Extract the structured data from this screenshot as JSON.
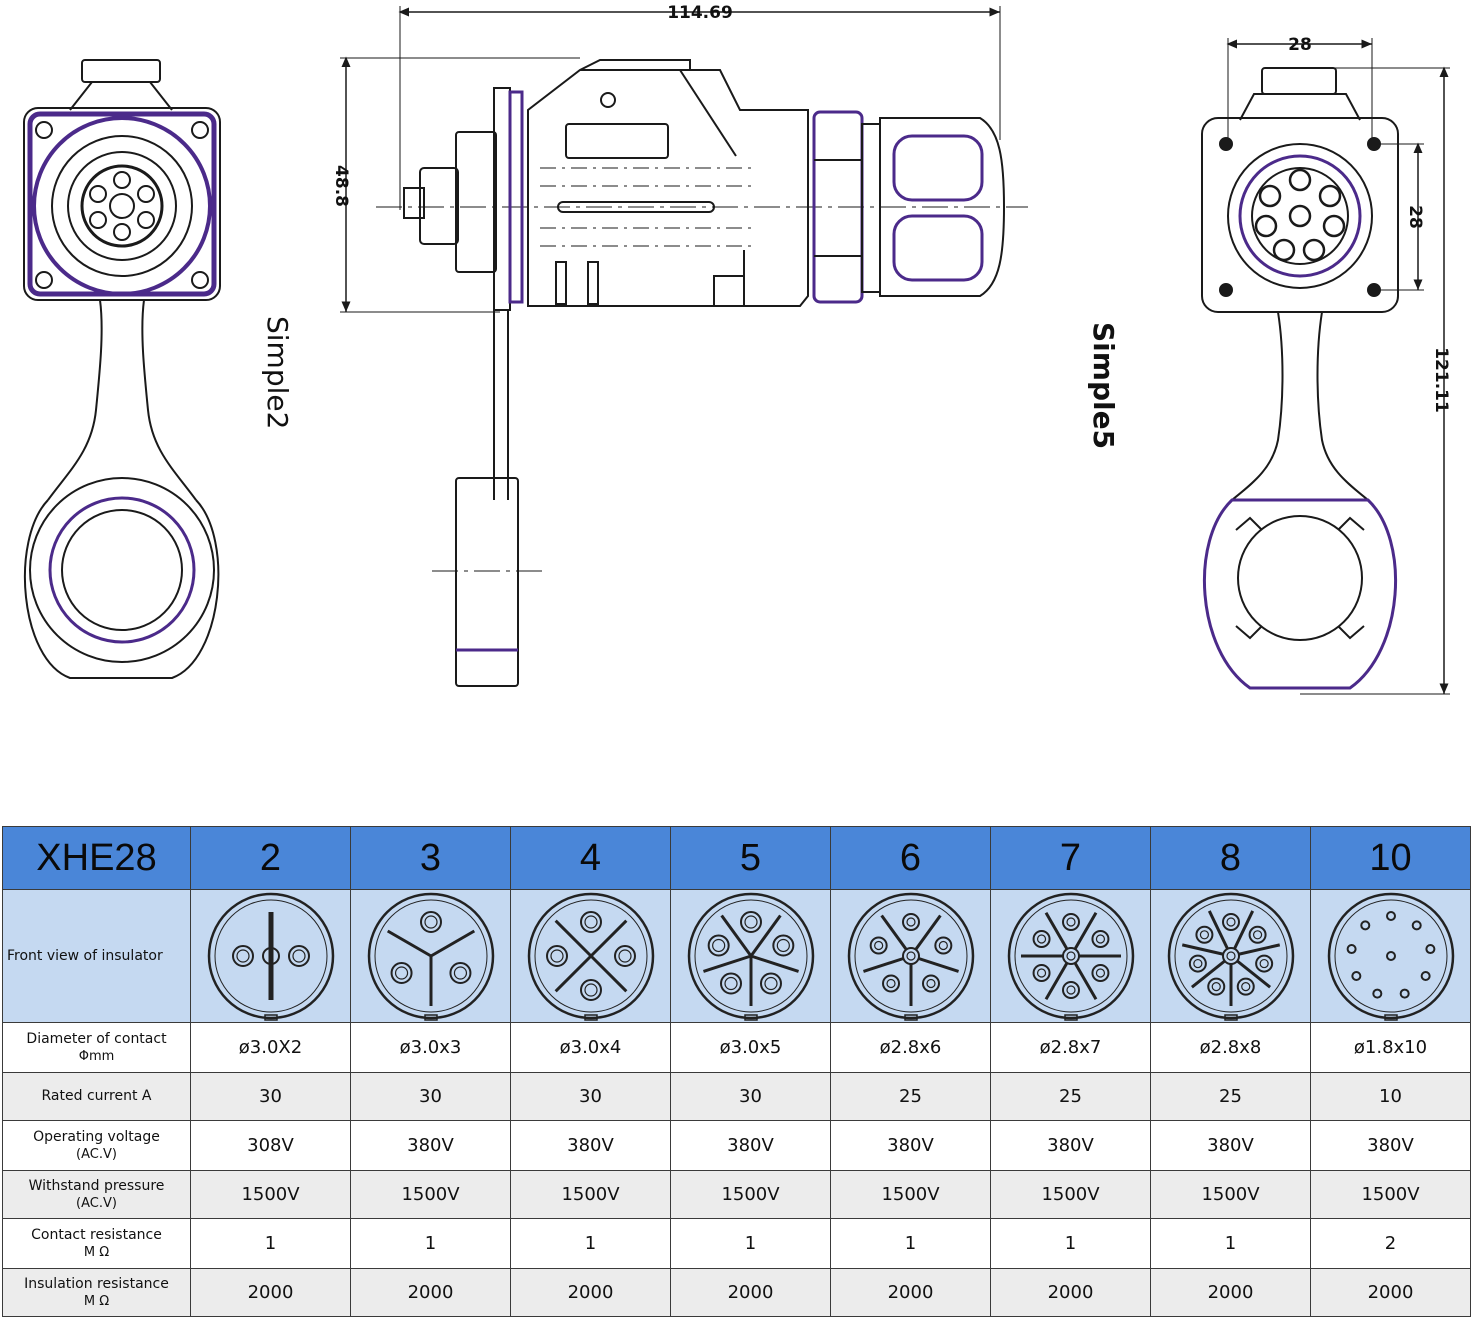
{
  "drawing": {
    "dimensions": {
      "overall_length": "114.69",
      "height": "48.8",
      "flange_width": "28",
      "flange_height": "28",
      "overall_height": "121.11"
    },
    "view_labels": {
      "left": "Simple2",
      "right": "Simple5"
    },
    "colors": {
      "line": "#1a1a1a",
      "accent": "#4b2a8a"
    }
  },
  "table": {
    "model": "XHE28",
    "pin_counts": [
      "2",
      "3",
      "4",
      "5",
      "6",
      "7",
      "8",
      "10"
    ],
    "header_color": "#4a86d8",
    "front_row_color": "#c5d9f1",
    "rows": [
      {
        "label": "Front view of insulator"
      },
      {
        "label": "Diameter of contact",
        "sub": "Φmm",
        "values": [
          "ø3.0X2",
          "ø3.0x3",
          "ø3.0x4",
          "ø3.0x5",
          "ø2.8x6",
          "ø2.8x7",
          "ø2.8x8",
          "ø1.8x10"
        ]
      },
      {
        "label": "Rated current A",
        "sub": "",
        "values": [
          "30",
          "30",
          "30",
          "30",
          "25",
          "25",
          "25",
          "10"
        ]
      },
      {
        "label": "Operating voltage",
        "sub": "(AC.V)",
        "values": [
          "308V",
          "380V",
          "380V",
          "380V",
          "380V",
          "380V",
          "380V",
          "380V"
        ]
      },
      {
        "label": "Withstand pressure",
        "sub": "(AC.V)",
        "values": [
          "1500V",
          "1500V",
          "1500V",
          "1500V",
          "1500V",
          "1500V",
          "1500V",
          "1500V"
        ]
      },
      {
        "label": "Contact resistance",
        "sub": "M Ω",
        "values": [
          "1",
          "1",
          "1",
          "1",
          "1",
          "1",
          "1",
          "2"
        ]
      },
      {
        "label": "Insulation resistance",
        "sub": "M Ω",
        "values": [
          "2000",
          "2000",
          "2000",
          "2000",
          "2000",
          "2000",
          "2000",
          "2000"
        ]
      }
    ]
  }
}
